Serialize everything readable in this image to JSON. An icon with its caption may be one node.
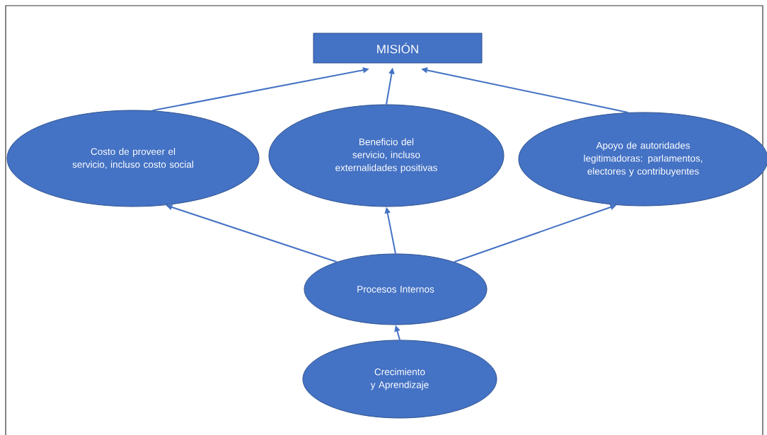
{
  "diagram": {
    "nodes": [
      {
        "text": [
          "MISIÓN"
        ]
      },
      {
        "text": [
          "Costo de proveer el servicio, incluso costo social"
        ]
      },
      {
        "text": [
          "Beneficio del servicio, incluso externalidades positivas"
        ]
      },
      {
        "text": [
          "Apoyo de autoridades legitimadoras: parlamentos, electores y contribuyentes"
        ]
      },
      {
        "text": [
          "Procesos Internos"
        ]
      },
      {
        "text": [
          "Crecimiento y Aprendizaje"
        ]
      }
    ],
    "edges": [
      {
        "from": 1,
        "to": 0,
        "arrow": "to"
      },
      {
        "from": 2,
        "to": 0,
        "arrow": "to"
      },
      {
        "from": 3,
        "to": 0,
        "arrow": "to"
      },
      {
        "from": 4,
        "to": 1,
        "arrow": "to"
      },
      {
        "from": 4,
        "to": 2,
        "arrow": "to"
      },
      {
        "from": 4,
        "to": 3,
        "arrow": "to"
      },
      {
        "from": 5,
        "to": 4,
        "arrow": "to"
      }
    ]
  }
}
